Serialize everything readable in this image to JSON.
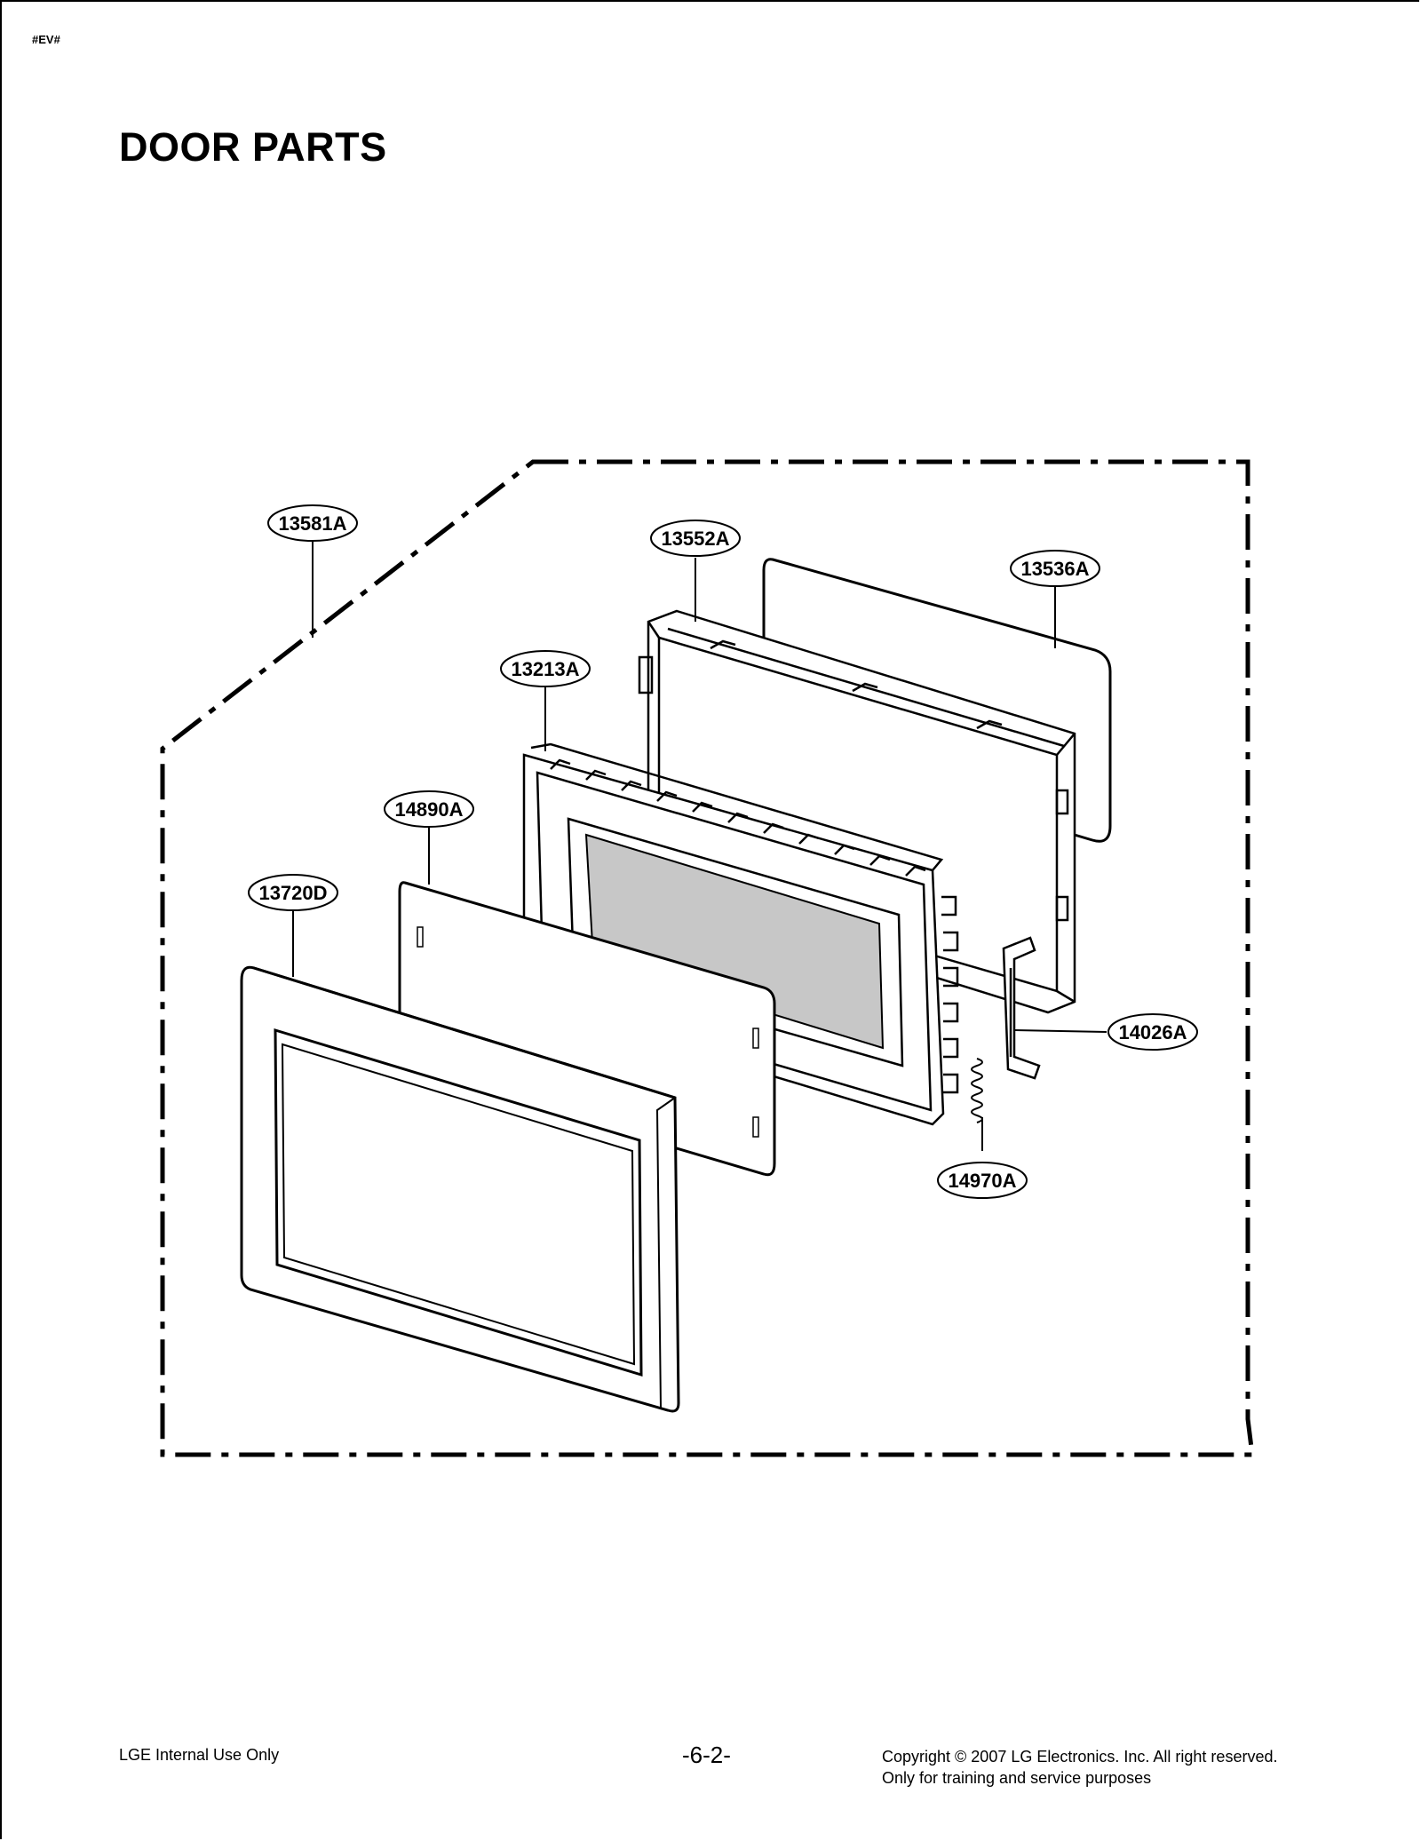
{
  "header": {
    "doc_code": "#EV#",
    "title": "DOOR PARTS"
  },
  "callouts": {
    "c13581A": "13581A",
    "c13552A": "13552A",
    "c13536A": "13536A",
    "c13213A": "13213A",
    "c14890A": "14890A",
    "c13720D": "13720D",
    "c14026A": "14026A",
    "c14970A": "14970A"
  },
  "footer": {
    "left": "LGE Internal Use Only",
    "page": "-6-2-",
    "copyright": "Copyright © 2007 LG Electronics. Inc. All right reserved.",
    "purpose": "Only for training and service purposes"
  }
}
